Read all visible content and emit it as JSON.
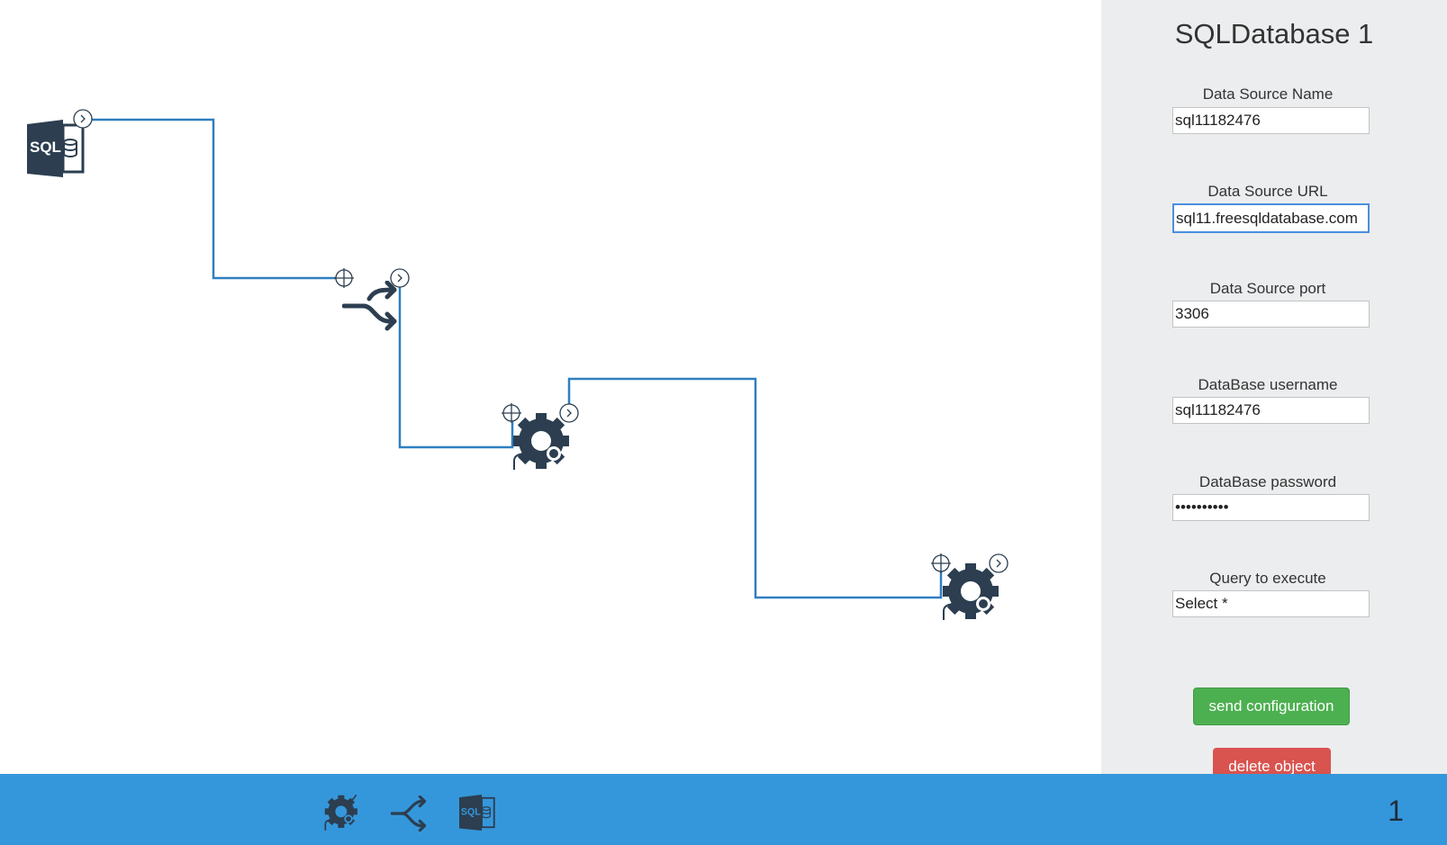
{
  "canvas": {
    "wire_color": "#2f7fc0",
    "node_color": "#2c3e50",
    "nodes": [
      {
        "type": "sql-database",
        "icon": "sql-database-icon",
        "label": "SQL"
      },
      {
        "type": "merge",
        "icon": "merge-arrows-icon"
      },
      {
        "type": "processor",
        "icon": "gear-icon"
      },
      {
        "type": "processor",
        "icon": "gear-icon"
      }
    ]
  },
  "panel": {
    "title": "SQLDatabase 1",
    "fields": [
      {
        "label": "Data Source Name",
        "value": "sql11182476",
        "type": "text"
      },
      {
        "label": "Data Source URL",
        "value": "sql11.freesqldatabase.com",
        "type": "text"
      },
      {
        "label": "Data Source port",
        "value": "3306",
        "type": "text"
      },
      {
        "label": "DataBase username",
        "value": "sql11182476",
        "type": "text"
      },
      {
        "label": "DataBase password",
        "value": "••••••••••",
        "type": "password"
      },
      {
        "label": "Query to execute",
        "value": "Select *",
        "type": "text"
      }
    ],
    "send_label": "send configuration",
    "delete_label": "delete object",
    "colors": {
      "background": "#ebedee",
      "send": "#4cb050",
      "delete": "#d9534f"
    }
  },
  "footer": {
    "background": "#3597db",
    "tools": [
      {
        "icon": "gear-icon"
      },
      {
        "icon": "merge-arrows-icon"
      },
      {
        "icon": "sql-database-icon",
        "label": "SQL"
      }
    ],
    "page_number": "1"
  }
}
